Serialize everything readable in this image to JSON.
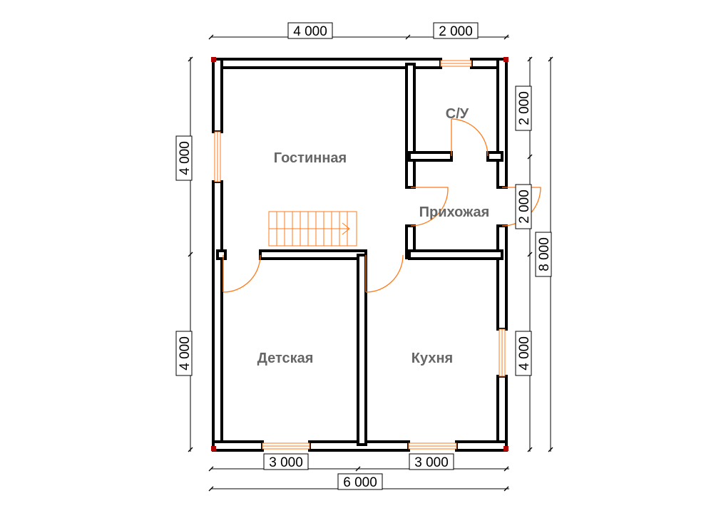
{
  "dimensions": {
    "top_left": "4 000",
    "top_right": "2 000",
    "left_upper": "4 000",
    "left_lower": "4 000",
    "right_su": "2 000",
    "right_hall": "2 000",
    "right_kitchen": "4 000",
    "right_total": "8 000",
    "bottom_left": "3 000",
    "bottom_right": "3 000",
    "bottom_total": "6 000"
  },
  "rooms": {
    "living": "Гостинная",
    "bathroom": "С/У",
    "hallway": "Прихожая",
    "kids": "Детская",
    "kitchen": "Кухня"
  },
  "colors": {
    "door_window": "#ff7a1a",
    "room_label": "#666666",
    "corner": "#b00000"
  }
}
